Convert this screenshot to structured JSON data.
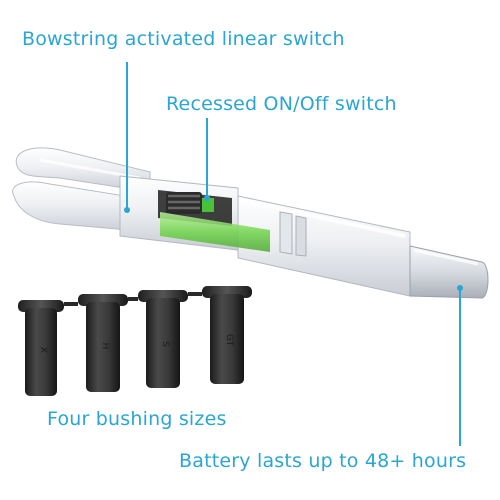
{
  "callouts": {
    "bowstring_switch": "Bowstring activated linear switch",
    "recessed_switch": "Recessed ON/Off switch",
    "bushings": "Four bushing sizes",
    "battery": "Battery lasts up to 48+ hours"
  },
  "bushings": {
    "sizes": [
      "X",
      "H",
      "S",
      "GT"
    ]
  },
  "colors": {
    "callout_text": "#2aa6d2",
    "leader_line": "#2aa6d2",
    "led_green": "#6fd44a",
    "bushing_body": "#2d2d2d"
  }
}
